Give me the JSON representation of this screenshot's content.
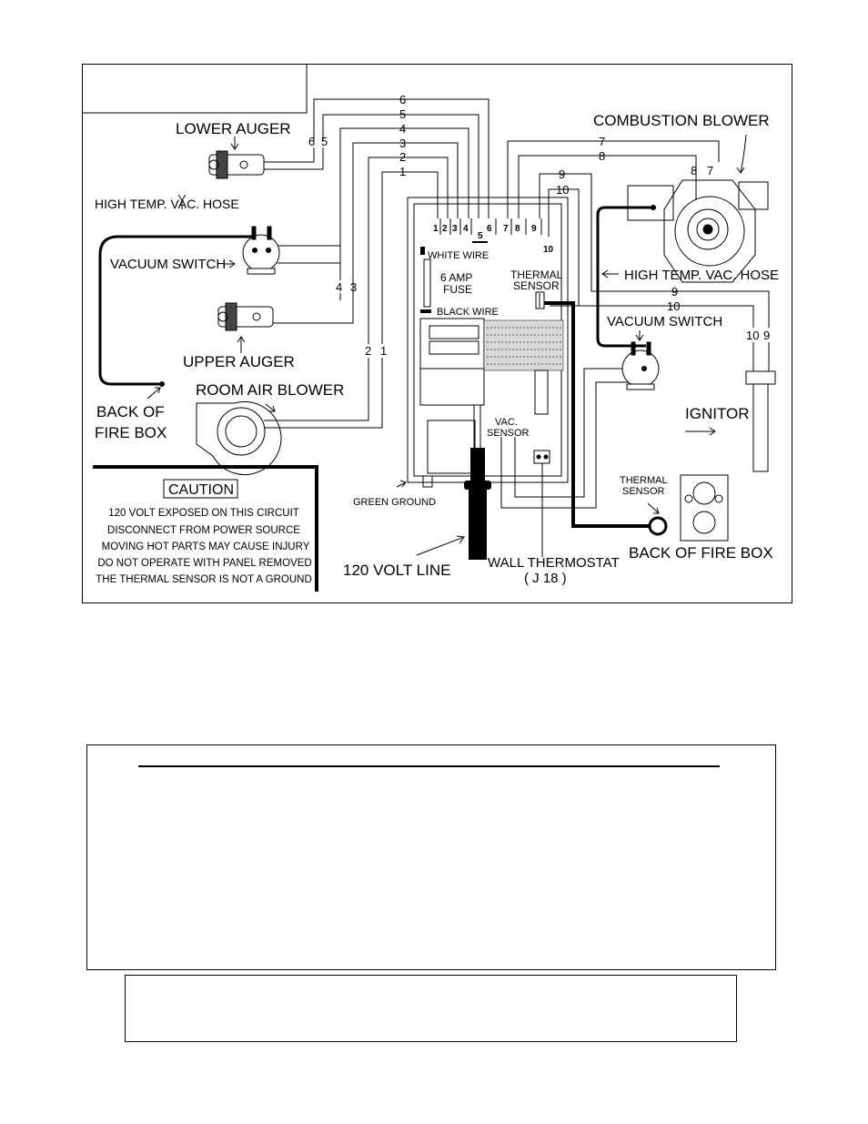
{
  "diagram": {
    "labels": {
      "lower_auger": "LOWER AUGER",
      "combustion_blower": "COMBUSTION BLOWER",
      "high_temp_vac_hose_left": "HIGH TEMP. VAC. HOSE",
      "vacuum_switch_left": "VACUUM SWITCH",
      "upper_auger": "UPPER AUGER",
      "room_air_blower": "ROOM AIR BLOWER",
      "back_of_fire_box_left_1": "BACK OF",
      "back_of_fire_box_left_2": "FIRE BOX",
      "white_wire": "WHITE WIRE",
      "fuse_1": "6 AMP",
      "fuse_2": "FUSE",
      "thermal_sensor_panel_1": "THERMAL",
      "thermal_sensor_panel_2": "SENSOR",
      "black_wire": "BLACK WIRE",
      "high_temp_vac_hose_right": "HIGH TEMP. VAC. HOSE",
      "vacuum_switch_right": "VACUUM SWITCH",
      "vac_sensor_1": "VAC.",
      "vac_sensor_2": "SENSOR",
      "ignitor": "IGNITOR",
      "thermal_sensor_right_1": "THERMAL",
      "thermal_sensor_right_2": "SENSOR",
      "green_ground": "GREEN GROUND",
      "volt_line": "120 VOLT LINE",
      "wall_thermostat": "WALL THERMOSTAT",
      "j18": "( J 18 )",
      "back_of_fire_box_right": "BACK OF FIRE BOX"
    },
    "wire_numbers": [
      "1",
      "2",
      "3",
      "4",
      "5",
      "6",
      "7",
      "8",
      "9",
      "10"
    ],
    "caution": {
      "title": "CAUTION",
      "lines": [
        "120 VOLT EXPOSED ON THIS CIRCUIT",
        "DISCONNECT FROM POWER SOURCE",
        "MOVING HOT PARTS MAY CAUSE INJURY",
        "DO NOT OPERATE WITH PANEL REMOVED",
        "THE THERMAL SENSOR IS NOT A GROUND"
      ]
    }
  }
}
